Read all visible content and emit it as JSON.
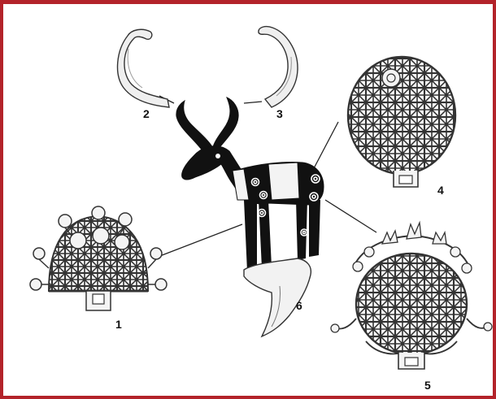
{
  "figure": {
    "border_color": "#b3232a",
    "items": [
      {
        "id": "1",
        "label": "1",
        "kind": "openwork-standard-with-finials"
      },
      {
        "id": "2",
        "label": "2",
        "kind": "bronze-horn-left"
      },
      {
        "id": "3",
        "label": "3",
        "kind": "bronze-horn-right"
      },
      {
        "id": "4",
        "label": "4",
        "kind": "openwork-disc-standard"
      },
      {
        "id": "5",
        "label": "5",
        "kind": "openwork-disc-standard-with-animal-figures"
      },
      {
        "id": "6",
        "label": "6",
        "kind": "bull-statuette-inlaid"
      }
    ]
  }
}
